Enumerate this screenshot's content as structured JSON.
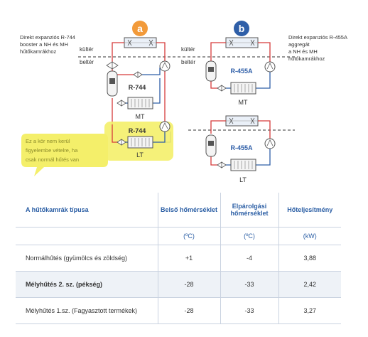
{
  "diagram": {
    "badge_a": "a",
    "badge_b": "b",
    "left_caption": [
      "Direkt expanziós R-744",
      "booster a NH és MH",
      "hűtőkamrákhoz"
    ],
    "right_caption": [
      "Direkt expanziós R-455A",
      "aggregát",
      "a NH és MH",
      "hűtőkamrákhoz"
    ],
    "outdoor_label": "kültér",
    "indoor_label": "beltér",
    "refrigerant_left": "R-744",
    "refrigerant_right": "R-455A",
    "mt_label": "MT",
    "lt_label": "LT",
    "note": [
      "Ez a kör nem kerül",
      "figyelembe vételre, ha",
      "csak normál hűtés van"
    ],
    "colors": {
      "hot": "#d63a3a",
      "cold": "#2f5fa8",
      "badge_a": "#f29a3a",
      "badge_b": "#2f5fa8",
      "note": "#f4ef6a",
      "note_text": "#8c8c2a"
    }
  },
  "table": {
    "headers": [
      "A hűtőkamrák típusa",
      "Belső hőmérséklet",
      "Elpárolgási hőmérséklet",
      "Hőteljesítmény"
    ],
    "units": [
      "(ºC)",
      "(ºC)",
      "(kW)"
    ],
    "rows": [
      {
        "type": "Normálhűtés (gyümölcs és zöldség)",
        "inner": "+1",
        "evap": "-4",
        "power": "3,88"
      },
      {
        "type": "Mélyhűtés 2. sz. (pékség)",
        "inner": "-28",
        "evap": "-33",
        "power": "2,42"
      },
      {
        "type": "Mélyhűtés 1.sz. (Fagyasztott termékek)",
        "inner": "-28",
        "evap": "-33",
        "power": "3,27"
      }
    ]
  }
}
